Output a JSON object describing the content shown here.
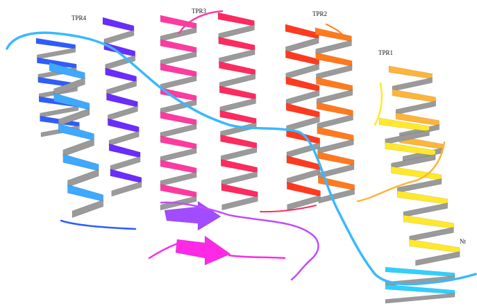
{
  "labels": {
    "tpr4": "TPR4",
    "tpr3": "TPR3",
    "tpr2": "TPR2",
    "tpr1": "TPR1",
    "nt": "Nt"
  },
  "colors": {
    "tpr4_helix_a": "#2f5cff",
    "tpr4_helix_a_light": "#3fa8ff",
    "tpr4_helix_b": "#6a2cff",
    "tpr3_helix_a": "#ff3aa0",
    "tpr3_helix_b": "#ff2a60",
    "tpr2_helix_a": "#ff3a1e",
    "tpr2_helix_b": "#ff7a1e",
    "tpr1_helix_a": "#ffe92a",
    "tpr1_helix_b": "#ffb43a",
    "nt_helix": "#2fd0ff",
    "strand_1": "#a24cff",
    "strand_2": "#ff28e6",
    "loop_main": "#3ab8ff",
    "loop_purple": "#c04cff",
    "coil_gray": "#9a9a9a"
  },
  "icons": {
    "helix": "ribbon-helix-icon",
    "strand": "beta-strand-arrow-icon"
  }
}
